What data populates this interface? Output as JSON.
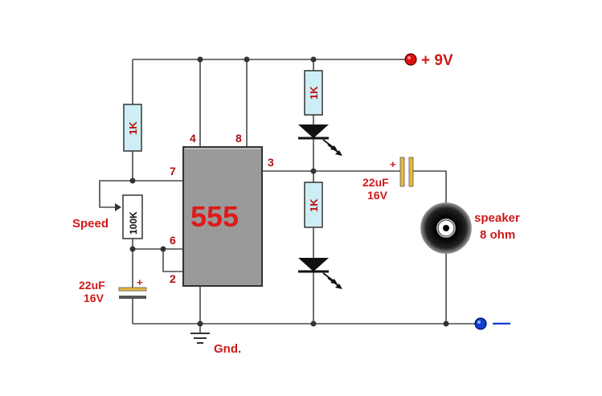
{
  "ic": {
    "label": "555",
    "pins": {
      "p4": "4",
      "p8": "8",
      "p3": "3",
      "p7": "7",
      "p6": "6",
      "p2": "2"
    }
  },
  "power": {
    "positive": "+ 9V",
    "negative": "—"
  },
  "ground": {
    "label": "Gnd."
  },
  "timing_resistor": {
    "label": "1K"
  },
  "potentiometer": {
    "name": "Speed",
    "value": "100K"
  },
  "timing_capacitor": {
    "value": "22uF",
    "voltage": "16V",
    "polarity": "+"
  },
  "led_resistor_top": {
    "label": "1K"
  },
  "led_resistor_bottom": {
    "label": "1K"
  },
  "output_capacitor": {
    "value": "22uF",
    "voltage": "16V",
    "polarity": "+"
  },
  "speaker": {
    "name": "speaker",
    "impedance": "8 ohm"
  },
  "colors": {
    "resistor_fill": "#cdeef4",
    "ic_fill": "#9a9a9a",
    "label_red": "#d01818",
    "terminal_red": "#e01010",
    "terminal_blue": "#1040d0",
    "cap_plate": "#e8b840"
  }
}
